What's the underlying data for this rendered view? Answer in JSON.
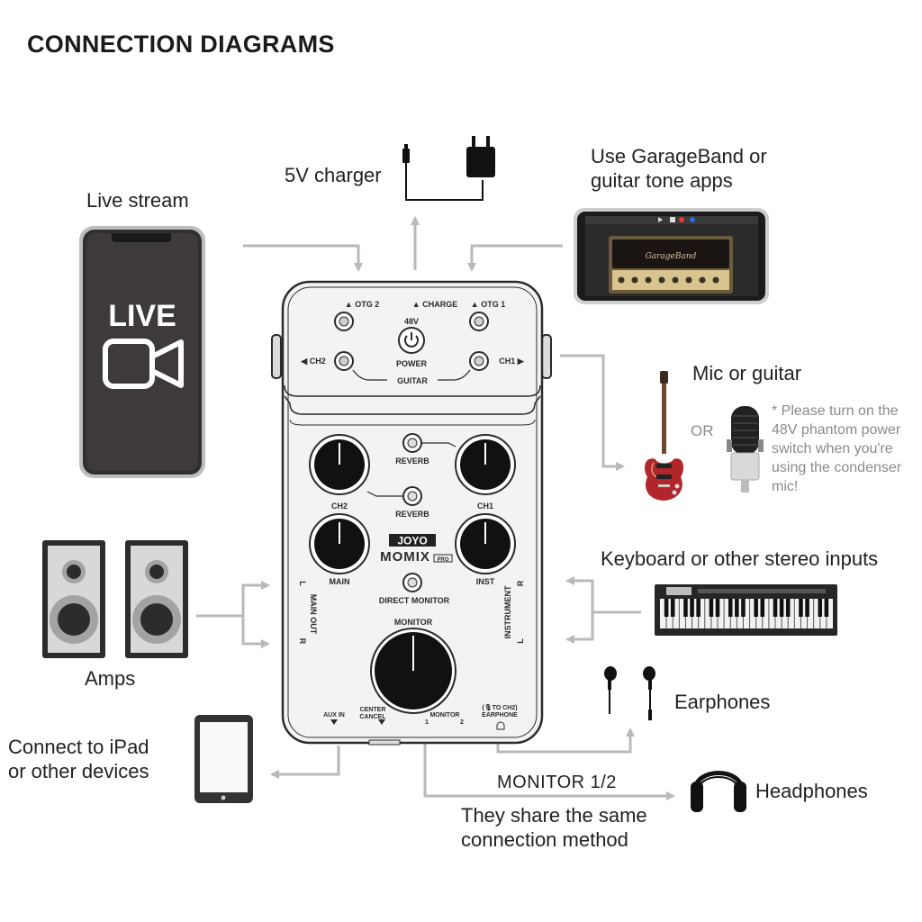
{
  "title": "CONNECTION DIAGRAMS",
  "peripherals": {
    "charger": "5V charger",
    "live_stream": "Live stream",
    "live_screen": "LIVE",
    "garageband": [
      "Use GarageBand or",
      "guitar tone apps"
    ],
    "garageband_logo": "GarageBand",
    "mic_guitar": "Mic or guitar",
    "or": "OR",
    "phantom_note": [
      "* Please turn on the",
      "48V phantom power",
      "switch when you're",
      "using the condenser",
      "mic!"
    ],
    "keyboard": "Keyboard or other stereo inputs",
    "amps": "Amps",
    "earphones": "Earphones",
    "ipad": [
      "Connect to iPad",
      "or other devices"
    ],
    "monitor_caption": "MONITOR 1/2",
    "headphones": "Headphones",
    "share_note": [
      "They share the same",
      "connection method"
    ]
  },
  "device": {
    "otg2": "▲ OTG 2",
    "charge": "▲ CHARGE",
    "otg1": "▲ OTG 1",
    "v48": "48V",
    "power": "POWER",
    "ch2_port": "◀ CH2",
    "ch1_port": "CH1 ▶",
    "guitar": "GUITAR",
    "reverb_top": "REVERB",
    "reverb_mid": "REVERB",
    "ch2_knob": "CH2",
    "ch1_knob": "CH1",
    "brand": "JOYO",
    "model": "MOMIX",
    "model_suffix": "PRO",
    "main_knob": "MAIN",
    "inst_knob": "INST",
    "direct_monitor": "DIRECT MONITOR",
    "monitor": "MONITOR",
    "main_out": "MAIN OUT",
    "main_out_l": "L",
    "main_out_r": "R",
    "instrument": "INSTRUMENT",
    "instrument_r": "R",
    "instrument_l": "L",
    "aux_in": "AUX IN",
    "center_cancel": [
      "CENTER",
      "CANCEL"
    ],
    "monitor_jacks": "MONITOR",
    "monitor_1": "1",
    "monitor_2": "2",
    "to_ch2": "(🎙TO CH2)",
    "earphone": "EARPHONE"
  },
  "colors": {
    "arrow": "#b9b9b9",
    "device_body": "#f3f3f3",
    "device_outline": "#2b2b2b",
    "knob": "#111111"
  }
}
